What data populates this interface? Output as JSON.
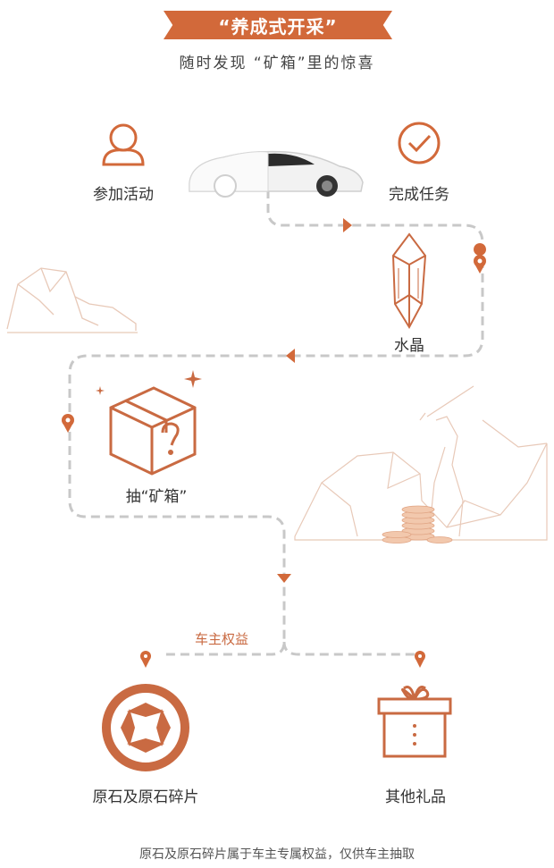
{
  "header": {
    "title": "“养成式开采”",
    "subtitle": "随时发现 “矿箱”里的惊喜"
  },
  "steps": {
    "join": "参加活动",
    "complete": "完成任务",
    "crystal": "水晶",
    "draw_box": "抽“矿箱”",
    "owner_benefit": "车主权益",
    "stone": "原石及原石碎片",
    "gift": "其他礼品"
  },
  "footer": "原石及原石碎片属于车主专属权益，仅供车主抽取",
  "colors": {
    "accent": "#d2693a",
    "dashed": "#c8c8c8",
    "sketch": "#e8c9b8"
  }
}
